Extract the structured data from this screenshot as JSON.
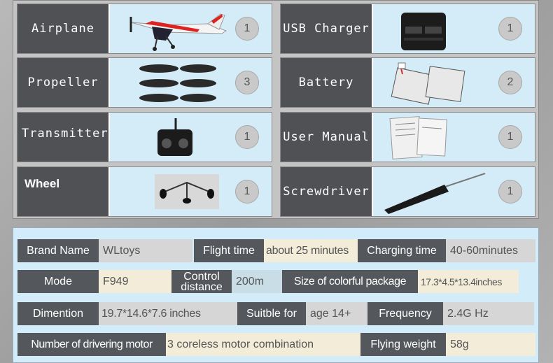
{
  "parts": [
    {
      "label": "Airplane",
      "qty": "1",
      "icon": "airplane-icon"
    },
    {
      "label": "USB Charger",
      "qty": "1",
      "icon": "usb-charger-icon"
    },
    {
      "label": "Propeller",
      "qty": "3",
      "icon": "propeller-icon"
    },
    {
      "label": "Battery",
      "qty": "2",
      "icon": "battery-icon"
    },
    {
      "label": "Transmitter",
      "qty": "1",
      "icon": "transmitter-icon"
    },
    {
      "label": "User Manual",
      "qty": "1",
      "icon": "user-manual-icon"
    },
    {
      "label": "Wheel",
      "qty": "1",
      "icon": "wheel-icon"
    },
    {
      "label": "Screwdriver",
      "qty": "1",
      "icon": "screwdriver-icon"
    }
  ],
  "specs": {
    "brand_name_k": "Brand Name",
    "brand_name_v": "WLtoys",
    "flight_time_k": "Flight time",
    "flight_time_v": "about 25 minutes",
    "charging_time_k": "Charging time",
    "charging_time_v": "40-60minutes",
    "mode_k": "Mode",
    "mode_v": "F949",
    "control_k1": "Control",
    "control_k2": "distance",
    "control_v": "200m",
    "package_k": "Size of colorful package",
    "package_v": "17.3*4.5*13.4inches",
    "dimention_k": "Dimention",
    "dimention_v": "19.7*14.6*7.6 inches",
    "suitble_k": "Suitble for",
    "suitble_v": "age 14+",
    "frequency_k": "Frequency",
    "frequency_v": "2.4G Hz",
    "motor_k": "Number of drivering motor",
    "motor_v": "3 coreless motor combination",
    "weight_k": "Flying weight",
    "weight_v": "58g"
  },
  "colors": {
    "label_bg": "#4f5155",
    "panel_bg": "#d2ecf9",
    "value_bg": "#f2ecd8"
  }
}
